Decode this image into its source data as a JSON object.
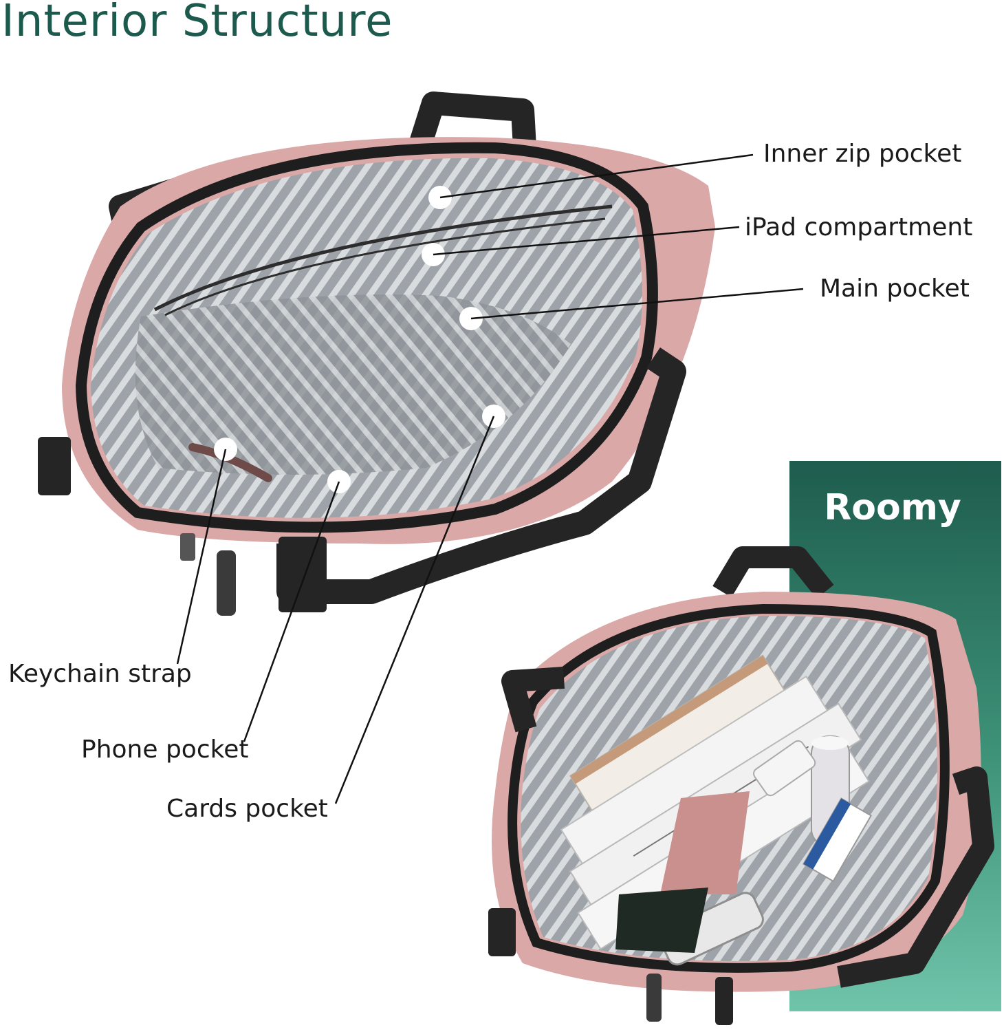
{
  "title": "Interior Structure",
  "callouts": {
    "inner_zip_pocket": "Inner zip pocket",
    "ipad_compartment": "iPad compartment",
    "main_pocket": "Main pocket",
    "keychain_strap": "Keychain strap",
    "phone_pocket": "Phone pocket",
    "cards_pocket": "Cards pocket"
  },
  "roomy_panel": {
    "label": "Roomy"
  },
  "colors": {
    "title": "#1c5a4e",
    "panel_top": "#1e5c4e",
    "panel_bottom": "#6fc4aa",
    "bag_pink": "#dba8a8",
    "lining_gray": "#a9adb2",
    "strap_black": "#252525"
  }
}
